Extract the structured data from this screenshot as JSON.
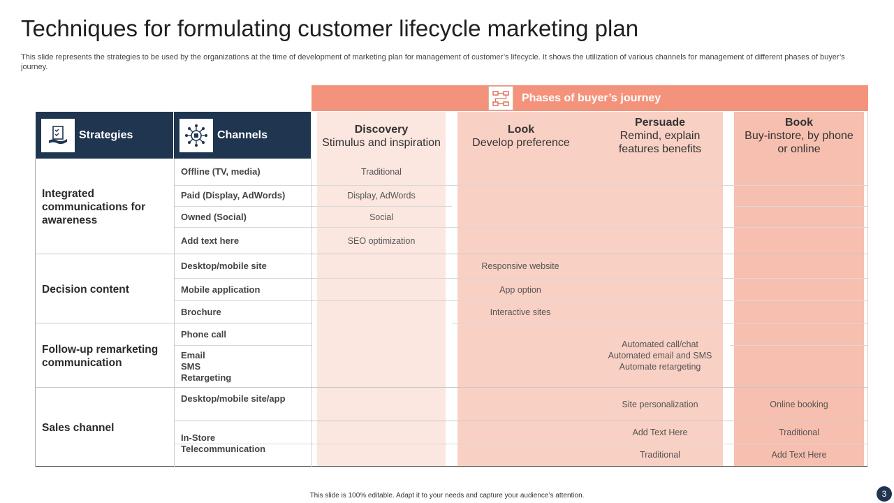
{
  "title": "Techniques for formulating customer lifecycle marketing plan",
  "subtitle": "This slide represents the strategies to be used by the organizations at the time of development of marketing plan for management of customer’s lifecycle. It shows the utilization of various channels for management of different phases of buyer’s journey.",
  "phase_banner": {
    "title": "Phases of buyer’s journey",
    "icon": "journey-flow-icon"
  },
  "headers": {
    "strategies": {
      "label": "Strategies",
      "icon": "strategy-checklist-icon"
    },
    "channels": {
      "label": "Channels",
      "icon": "network-hub-icon"
    }
  },
  "phases": {
    "discovery": {
      "name": "Discovery",
      "sub": "Stimulus and inspiration"
    },
    "look": {
      "name": "Look",
      "sub": "Develop preference"
    },
    "persuade": {
      "name": "Persuade",
      "sub1": "Remind, explain",
      "sub2": "features benefits"
    },
    "book": {
      "name": "Book",
      "sub1": "Buy-instore, by phone",
      "sub2": "or online"
    }
  },
  "strategies": {
    "s1": {
      "line1": "Integrated",
      "line2": "communications for",
      "line3": "awareness"
    },
    "s2": "Decision content",
    "s3": {
      "line1": "Follow-up remarketing",
      "line2": "communication"
    },
    "s4": "Sales channel"
  },
  "channels": {
    "c1": "Offline (TV, media)",
    "c2": "Paid (Display, AdWords)",
    "c3": "Owned (Social)",
    "c4": "Add text here",
    "c5": "Desktop/mobile site",
    "c6": "Mobile application",
    "c7": "Brochure",
    "c8": "Phone call",
    "c9": {
      "line1": "Email",
      "line2": "SMS",
      "line3": "Retargeting"
    },
    "c10": "Desktop/mobile site/app",
    "c11": {
      "line1": "In-Store",
      "line2": "Telecommunication"
    }
  },
  "cells": {
    "disc1": "Traditional",
    "disc2": "Display, AdWords",
    "disc3": "Social",
    "disc4": "SEO optimization",
    "look1": "Responsive  website",
    "look2": "App option",
    "look3": "Interactive  sites",
    "pers1": "Automated  call/chat",
    "pers2": "Automated email and SMS",
    "pers3": "Automate retargeting",
    "pers4": "Site personalization",
    "pers5": "Add Text Here",
    "pers6": "Traditional",
    "book1": "Online booking",
    "book2": "Traditional",
    "book3": "Add Text Here"
  },
  "footer": "This slide is 100% editable.  Adapt it to your needs and capture your audience’s attention.",
  "page_number": "3",
  "colors": {
    "navy": "#1f3550",
    "banner": "#f4937c",
    "discovery": "#fce6e0",
    "look_persuade": "#f9d0c4",
    "book": "#f7bfaf"
  }
}
